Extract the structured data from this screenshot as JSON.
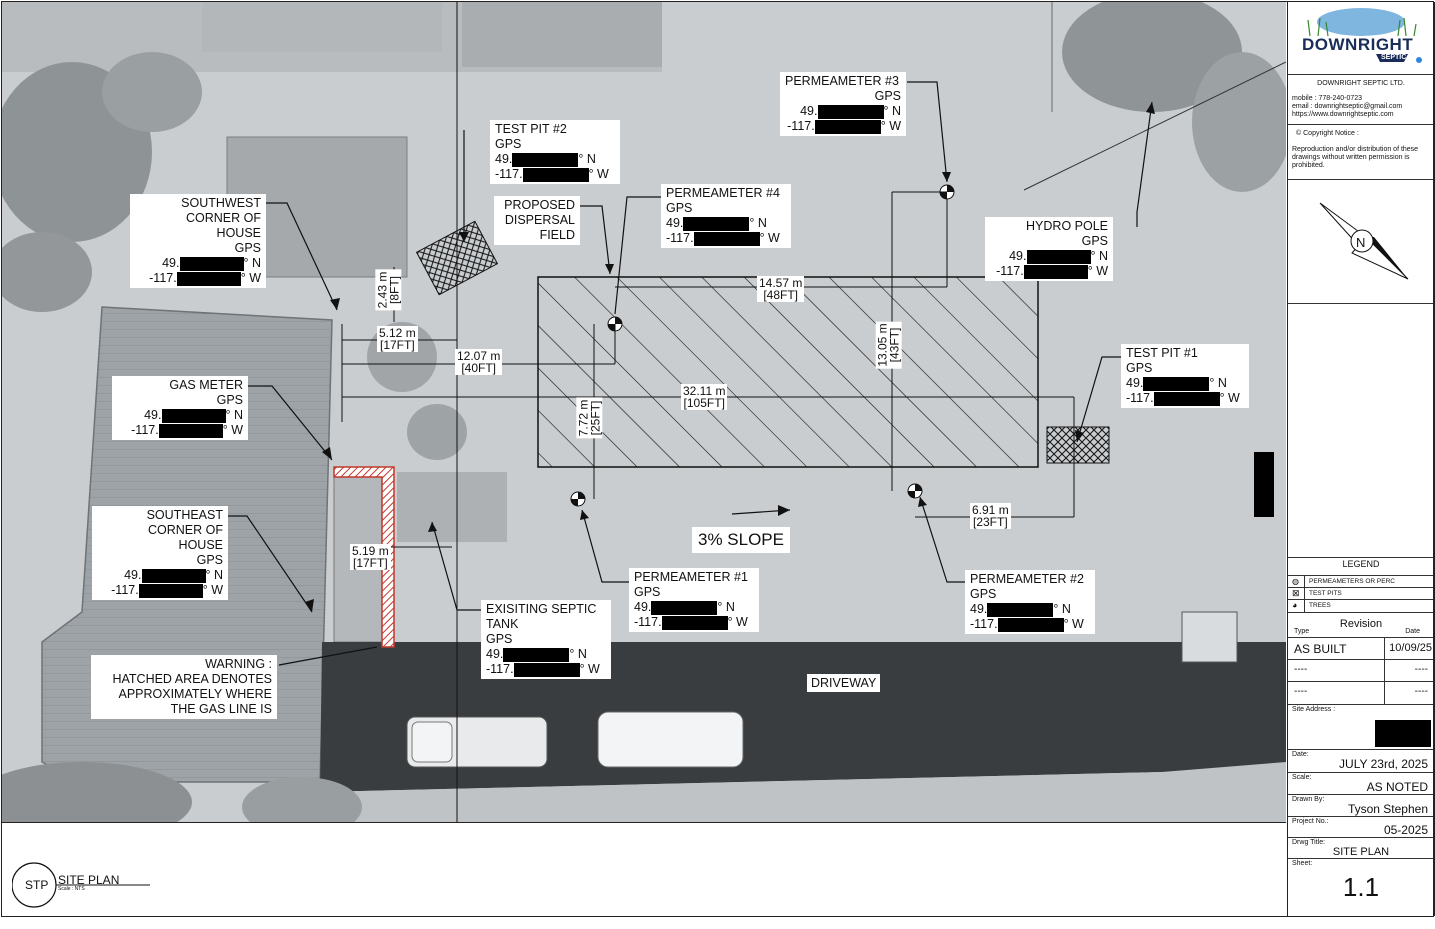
{
  "callouts": {
    "sw_corner": {
      "l1": "SOUTHWEST",
      "l2": "CORNER OF",
      "l3": "HOUSE",
      "gps": "GPS",
      "lat": "49.",
      "lon": "-117.",
      "n": "° N",
      "w": "° W"
    },
    "gas_meter": {
      "title": "GAS METER",
      "gps": "GPS",
      "lat": "49.",
      "lon": "-117.",
      "n": "° N",
      "w": "° W"
    },
    "se_corner": {
      "l1": "SOUTHEAST",
      "l2": "CORNER OF",
      "l3": "HOUSE",
      "gps": "GPS",
      "lat": "49.",
      "lon": "-117.",
      "n": "° N",
      "w": "° W"
    },
    "warning": {
      "l1": "WARNING :",
      "l2": "HATCHED AREA DENOTES",
      "l3": "APPROXIMATELY  WHERE",
      "l4": "THE GAS LINE IS"
    },
    "test_pit_2": {
      "title": "TEST PIT #2",
      "gps": "GPS",
      "lat": "49.",
      "lon": "-117.",
      "n": "° N",
      "w": "° W"
    },
    "proposed_field": {
      "l1": "PROPOSED",
      "l2": "DISPERSAL",
      "l3": "FIELD"
    },
    "perm_4": {
      "title": "PERMEAMETER #4",
      "gps": "GPS",
      "lat": "49.",
      "lon": "-117.",
      "n": "° N",
      "w": "° W"
    },
    "perm_3": {
      "title": "PERMEAMETER #3",
      "gps": "GPS",
      "lat": "49.",
      "lon": "-117.",
      "n": "° N",
      "w": "° W"
    },
    "hydro_pole": {
      "title": "HYDRO POLE",
      "gps": "GPS",
      "lat": "49.",
      "lon": "-117.",
      "n": "° N",
      "w": "° W"
    },
    "test_pit_1": {
      "title": "TEST PIT #1",
      "gps": "GPS",
      "lat": "49.",
      "lon": "-117.",
      "n": "° N",
      "w": "° W"
    },
    "perm_1": {
      "title": "PERMEAMETER #1",
      "gps": "GPS",
      "lat": "49.",
      "lon": "-117.",
      "n": "° N",
      "w": "° W"
    },
    "perm_2": {
      "title": "PERMEAMETER #2",
      "gps": "GPS",
      "lat": "49.",
      "lon": "-117.",
      "n": "° N",
      "w": "° W"
    },
    "septic_tank": {
      "l1": "EXISITING SEPTIC",
      "l2": "TANK",
      "gps": "GPS",
      "lat": "49.",
      "lon": "-117.",
      "n": "° N",
      "w": "° W"
    }
  },
  "dimensions": {
    "d1": {
      "m": "14.57 m",
      "ft": "[48FT]"
    },
    "d2": {
      "m": "5.12 m",
      "ft": "[17FT]"
    },
    "d3": {
      "m": "12.07 m",
      "ft": "[40FT]"
    },
    "d4": {
      "m": "32.11 m",
      "ft": "[105FT]"
    },
    "d5": {
      "m": "2.43 m",
      "ft": "[8FT]"
    },
    "d6": {
      "m": "7.72 m",
      "ft": "[25FT]"
    },
    "d7": {
      "m": "13.05 m",
      "ft": "[43FT]"
    },
    "d8": {
      "m": "6.91 m",
      "ft": "[23FT]"
    },
    "d9": {
      "m": "5.19 m",
      "ft": "[17FT]"
    }
  },
  "slope_label": "3% SLOPE",
  "driveway_label": "DRIVEWAY",
  "title_block": {
    "logo_word": "DOWNRIGHT",
    "logo_sub": "SEPTIC",
    "company": "DOWNRIGHT SEPTIC LTD.",
    "mobile": "mobile : 778-240-0723",
    "email": "email : downrightseptic@gmail.com",
    "web": "https://www.downrightseptic.com",
    "copyright_title": "Copyright Notice :",
    "copyright_text": "Reproduction and/or distribution of these drawings without written permission is prohibited.",
    "north": "N",
    "legend_title": "LEGEND",
    "legend_items": [
      "PERMEAMETERS OR PERC",
      "TEST PITS",
      "TREES"
    ],
    "revision_title": "Revision",
    "rev_type_hdr": "Type",
    "rev_date_hdr": "Date",
    "rev_rows": [
      {
        "type": "AS BUILT",
        "date": "10/09/25"
      },
      {
        "type": "----",
        "date": "----"
      },
      {
        "type": "----",
        "date": "----"
      }
    ],
    "site_address_lbl": "Site Address :",
    "date_lbl": "Date:",
    "date_val": "JULY 23rd, 2025",
    "scale_lbl": "Scale:",
    "scale_val": "AS NOTED",
    "drawn_lbl": "Drawn By:",
    "drawn_val": "Tyson Stephen",
    "project_lbl": "Project No.:",
    "project_val": "05-2025",
    "title_lbl": "Drwg Title:",
    "title_val": "SITE PLAN",
    "sheet_lbl": "Sheet:",
    "sheet_val": "1.1"
  },
  "bottom": {
    "stp": "STP",
    "title": "SITE PLAN",
    "scale": "Scale : NTS"
  }
}
